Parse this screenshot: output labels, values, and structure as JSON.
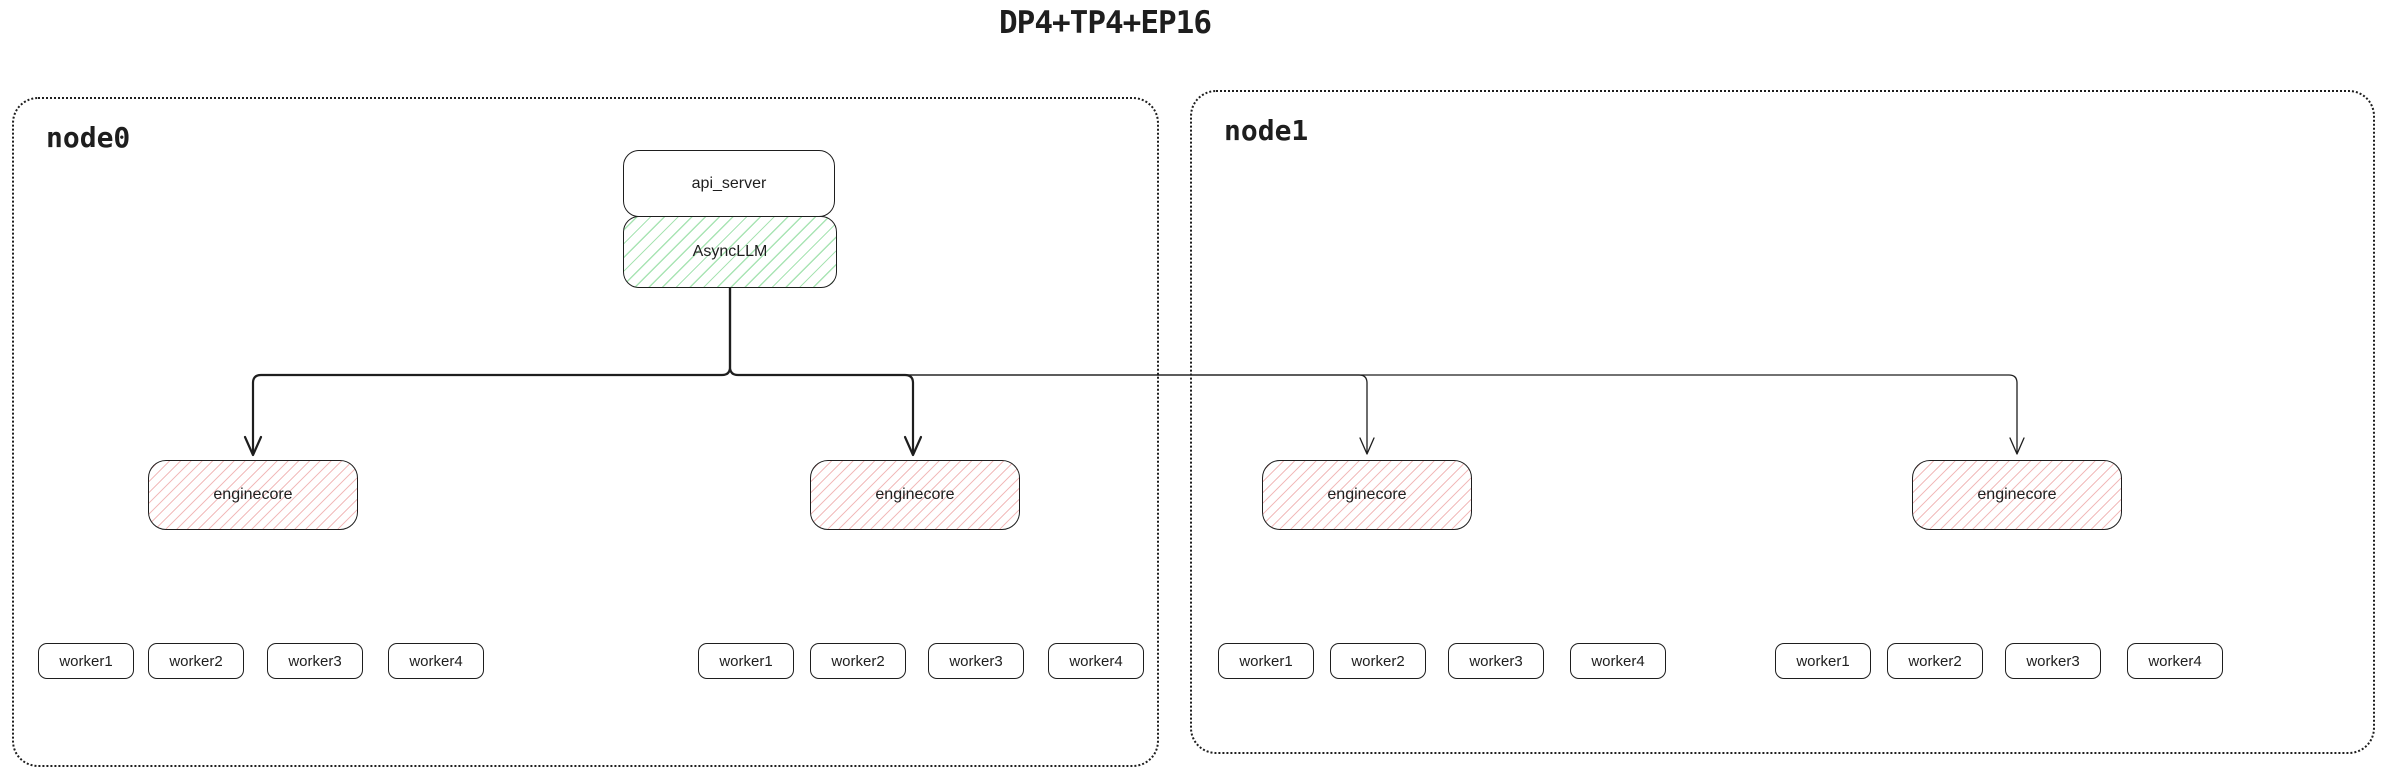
{
  "title": "DP4+TP4+EP16",
  "api_server": {
    "label": "api_server"
  },
  "async_llm": {
    "label": "AsyncLLM"
  },
  "nodes": [
    {
      "label": "node0",
      "enginecores": [
        {
          "label": "enginecore",
          "workers": [
            "worker1",
            "worker2",
            "worker3",
            "worker4"
          ]
        },
        {
          "label": "enginecore",
          "workers": [
            "worker1",
            "worker2",
            "worker3",
            "worker4"
          ]
        }
      ]
    },
    {
      "label": "node1",
      "enginecores": [
        {
          "label": "enginecore",
          "workers": [
            "worker1",
            "worker2",
            "worker3",
            "worker4"
          ]
        },
        {
          "label": "enginecore",
          "workers": [
            "worker1",
            "worker2",
            "worker3",
            "worker4"
          ]
        }
      ]
    }
  ],
  "colors": {
    "stroke": "#1e1e1e",
    "enginecore_hatch": "#f2bcbc",
    "asyncllm_hatch": "#a9e4b4"
  }
}
